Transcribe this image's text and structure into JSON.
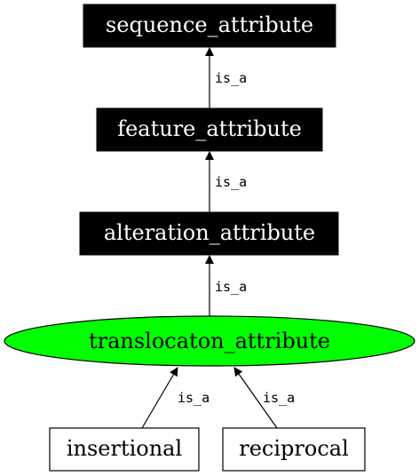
{
  "colors": {
    "black_fill": "#000000",
    "white_text": "#ffffff",
    "green_fill": "#00ff00",
    "stroke": "#000000",
    "box_fill": "#ffffff"
  },
  "nodes": {
    "sequence_attribute": "sequence_attribute",
    "feature_attribute": "feature_attribute",
    "alteration_attribute": "alteration_attribute",
    "translocaton_attribute": "translocaton_attribute",
    "insertional": "insertional",
    "reciprocal": "reciprocal"
  },
  "edges": [
    {
      "from": "feature_attribute",
      "to": "sequence_attribute",
      "label": "is_a"
    },
    {
      "from": "alteration_attribute",
      "to": "feature_attribute",
      "label": "is_a"
    },
    {
      "from": "translocaton_attribute",
      "to": "alteration_attribute",
      "label": "is_a"
    },
    {
      "from": "insertional",
      "to": "translocaton_attribute",
      "label": "is_a"
    },
    {
      "from": "reciprocal",
      "to": "translocaton_attribute",
      "label": "is_a"
    }
  ]
}
